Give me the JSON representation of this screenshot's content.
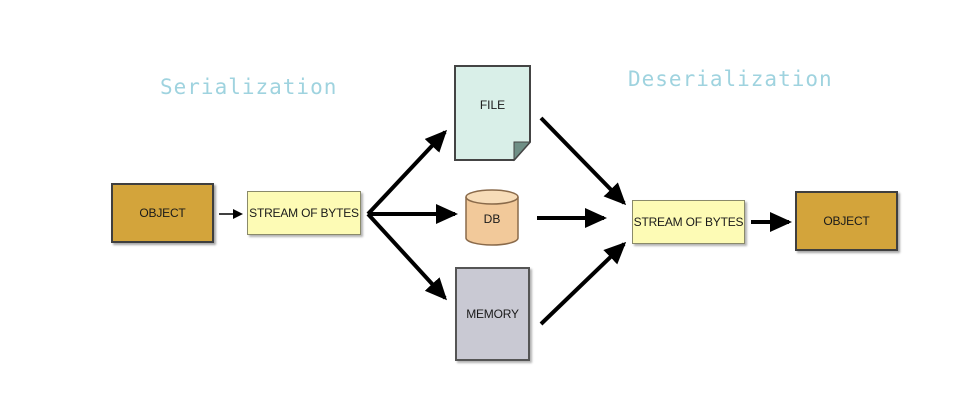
{
  "headings": {
    "serialization": "Serialization",
    "deserialization": "Deserialization"
  },
  "nodes": {
    "object_left": "OBJECT",
    "stream_left": "STREAM OF BYTES",
    "file": "FILE",
    "db": "DB",
    "memory": "MEMORY",
    "stream_right": "STREAM OF BYTES",
    "object_right": "OBJECT"
  },
  "colors": {
    "heading": "#9fd3df",
    "object_fill": "#d3a43b",
    "stream_fill": "#fdfbb5",
    "file_fill": "#d9efe8",
    "db_fill": "#f2c99a",
    "memory_fill": "#c9c9d3",
    "arrow": "#000000"
  },
  "icons": {
    "file": "document-icon",
    "db": "database-cylinder-icon"
  }
}
